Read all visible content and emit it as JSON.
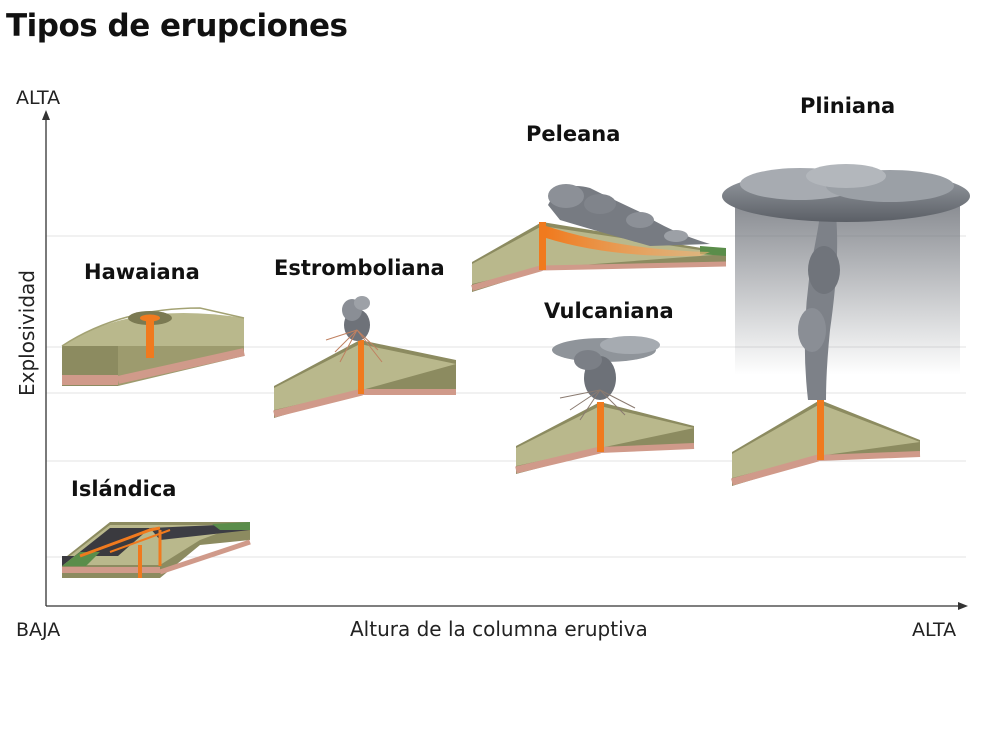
{
  "title": "Tipos de erupciones",
  "axes": {
    "y_label": "Explosividad",
    "y_high": "ALTA",
    "x_label": "Altura de la columna eruptiva",
    "x_low": "BAJA",
    "x_high": "ALTA"
  },
  "eruptions": [
    {
      "id": "islandica",
      "label": "Islándica"
    },
    {
      "id": "hawaiana",
      "label": "Hawaiana"
    },
    {
      "id": "estromboliana",
      "label": "Estromboliana"
    },
    {
      "id": "vulcaniana",
      "label": "Vulcaniana"
    },
    {
      "id": "peleana",
      "label": "Peleana"
    },
    {
      "id": "pliniana",
      "label": "Pliniana"
    }
  ],
  "colors": {
    "rock_top": "#b9b88c",
    "rock_side": "#8c8b60",
    "rock_dark": "#5e5c3e",
    "soil": "#d09a8a",
    "lava": "#f07a1e",
    "ash": "#7d8188",
    "grid": "#e3e3e3"
  }
}
